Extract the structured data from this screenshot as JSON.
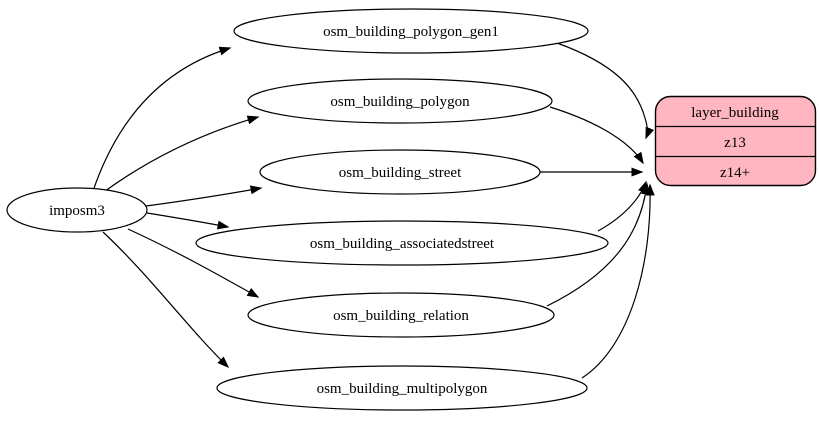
{
  "diagram": {
    "kind": "graphviz-digraph",
    "background": "#ffffff",
    "colors": {
      "node_fill": "#ffffff",
      "node_stroke": "#000000",
      "edge_color": "#000000",
      "record_fill": "#ffb6c1"
    },
    "nodes": {
      "source": {
        "label": "imposm3"
      },
      "tables": [
        {
          "label": "osm_building_polygon_gen1"
        },
        {
          "label": "osm_building_polygon"
        },
        {
          "label": "osm_building_street"
        },
        {
          "label": "osm_building_associatedstreet"
        },
        {
          "label": "osm_building_relation"
        },
        {
          "label": "osm_building_multipolygon"
        }
      ],
      "layer": {
        "title": "layer_building",
        "zoom_rows": [
          "z13",
          "z14+"
        ]
      }
    },
    "edges": [
      {
        "from": "imposm3",
        "to": "osm_building_polygon_gen1"
      },
      {
        "from": "imposm3",
        "to": "osm_building_polygon"
      },
      {
        "from": "imposm3",
        "to": "osm_building_street"
      },
      {
        "from": "imposm3",
        "to": "osm_building_associatedstreet"
      },
      {
        "from": "imposm3",
        "to": "osm_building_relation"
      },
      {
        "from": "imposm3",
        "to": "osm_building_multipolygon"
      },
      {
        "from": "osm_building_polygon_gen1",
        "to": "layer_building:z13"
      },
      {
        "from": "osm_building_polygon",
        "to": "layer_building:z14+"
      },
      {
        "from": "osm_building_street",
        "to": "layer_building:z14+"
      },
      {
        "from": "osm_building_associatedstreet",
        "to": "layer_building:z14+"
      },
      {
        "from": "osm_building_relation",
        "to": "layer_building:z14+"
      },
      {
        "from": "osm_building_multipolygon",
        "to": "layer_building:z14+"
      }
    ]
  }
}
